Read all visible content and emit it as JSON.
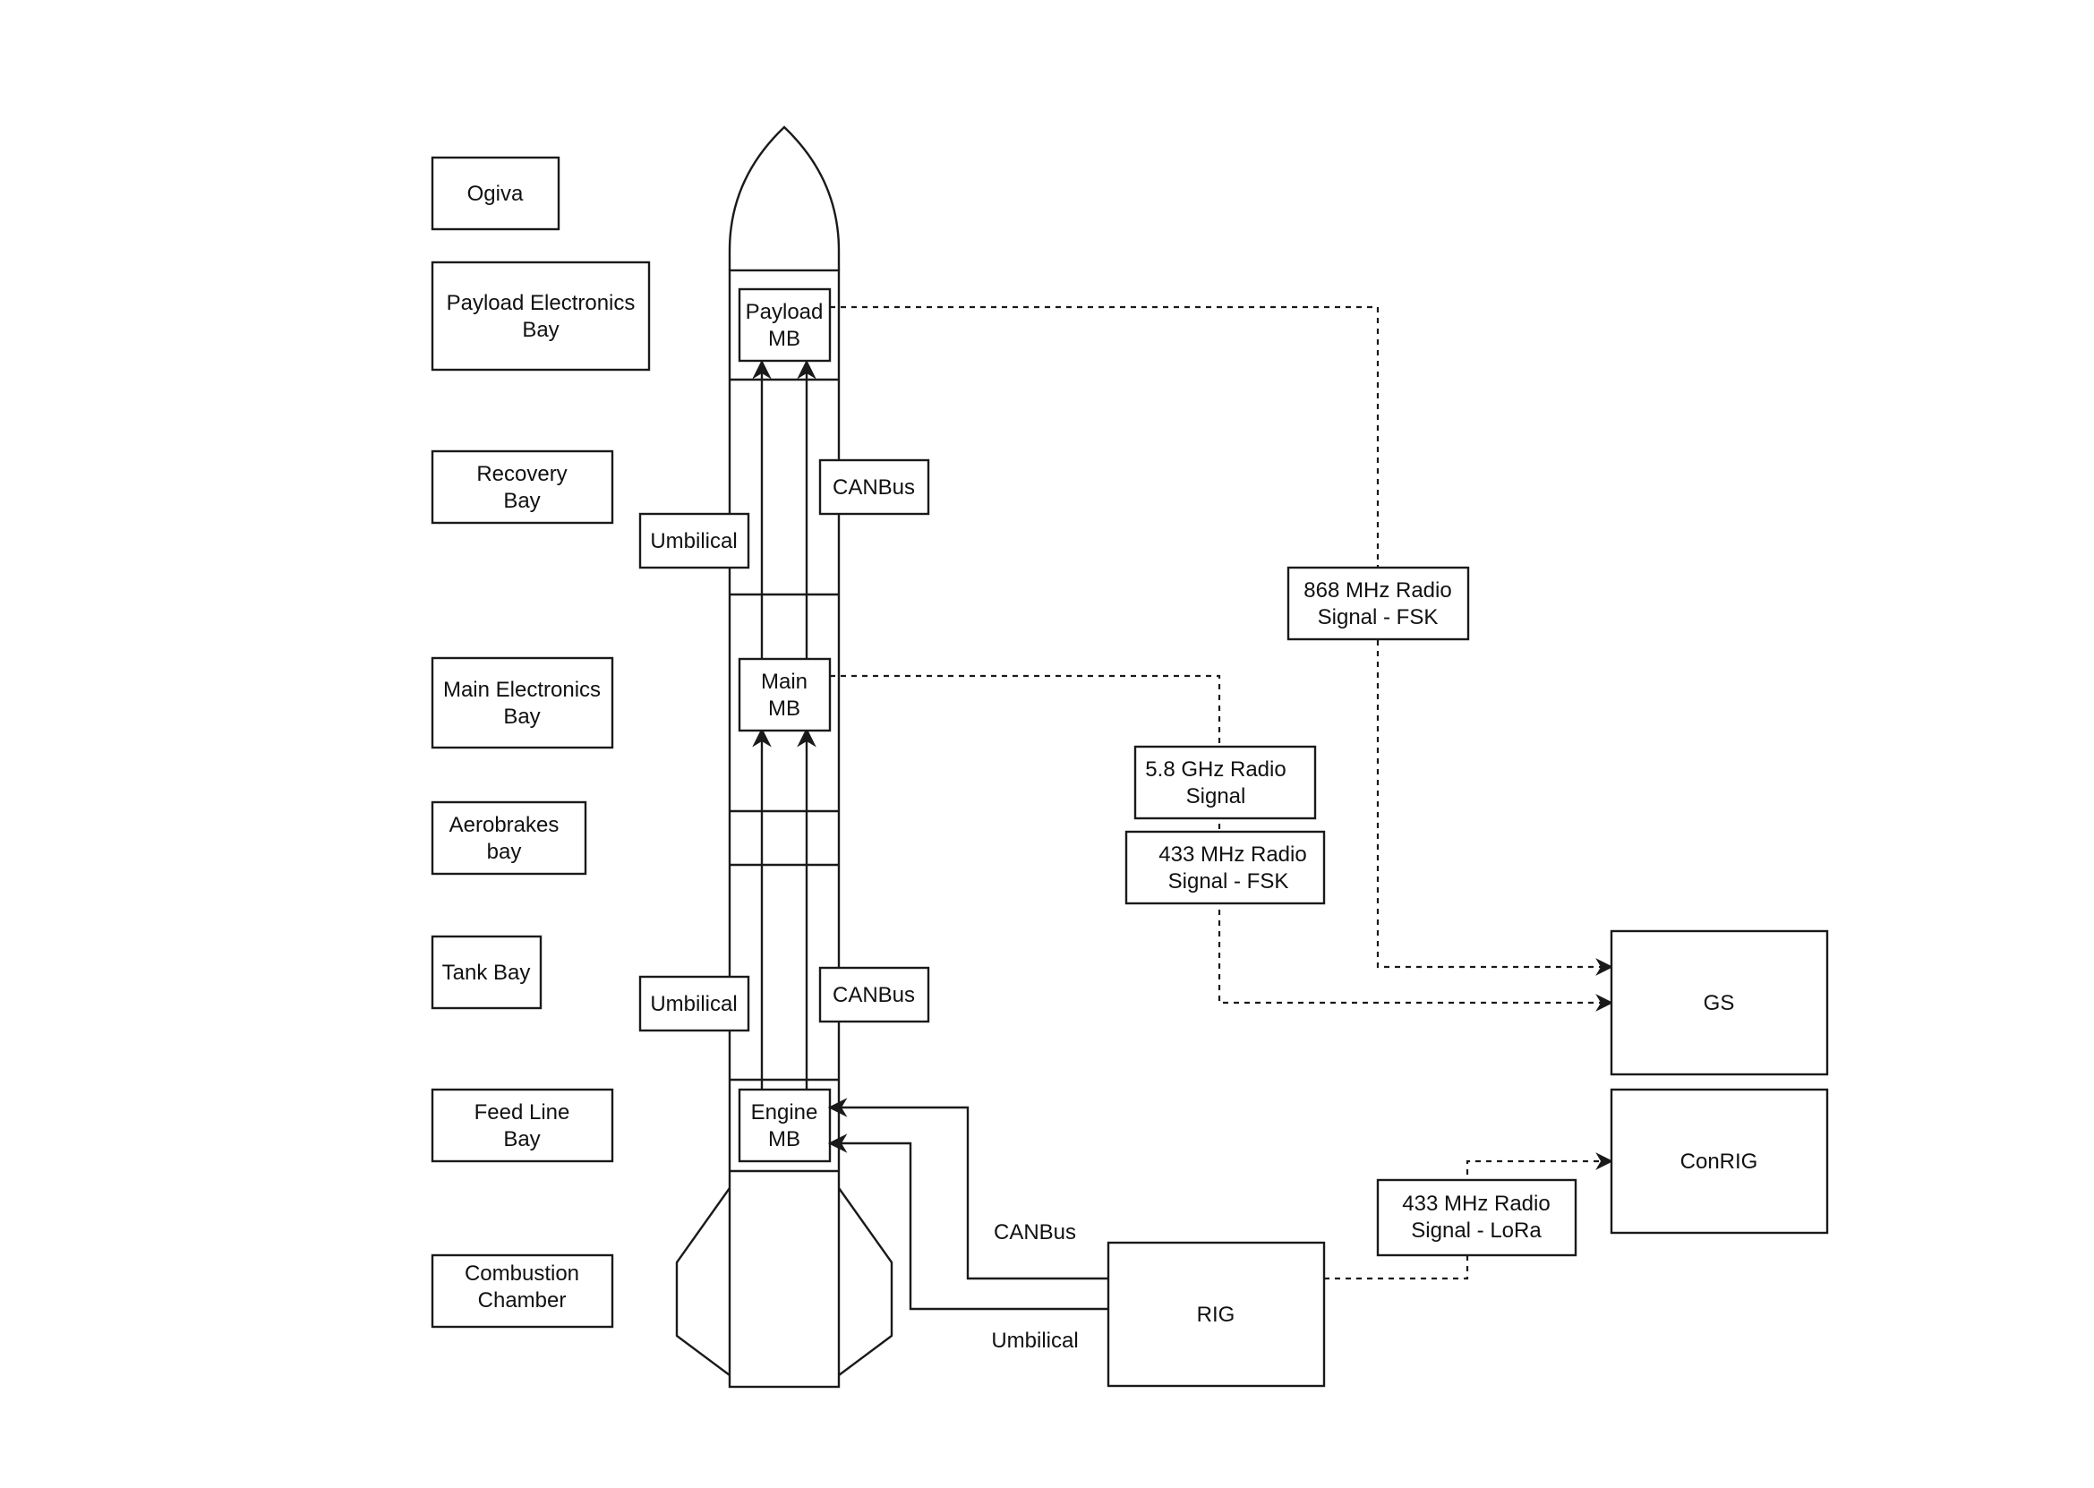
{
  "labels": {
    "ogiva": "Ogiva",
    "payload_bay": [
      "Payload Electronics",
      "Bay"
    ],
    "recovery_bay": [
      "Recovery",
      "Bay"
    ],
    "main_bay": [
      "Main Electronics",
      "Bay"
    ],
    "aerobrakes_bay": [
      "Aerobrakes",
      "bay"
    ],
    "tank_bay": "Tank Bay",
    "feedline_bay": [
      "Feed Line",
      "Bay"
    ],
    "combustion_chamber": [
      "Combustion",
      "Chamber"
    ]
  },
  "boards": {
    "payload_mb": [
      "Payload",
      "MB"
    ],
    "main_mb": [
      "Main",
      "MB"
    ],
    "engine_mb": [
      "Engine",
      "MB"
    ]
  },
  "bus_labels": {
    "umbilical_upper": "Umbilical",
    "canbus_upper": "CANBus",
    "umbilical_lower": "Umbilical",
    "canbus_lower": "CANBus",
    "canbus_rig": "CANBus",
    "umbilical_rig": "Umbilical"
  },
  "radio_labels": {
    "radio_868": [
      "868 MHz Radio",
      "Signal - FSK"
    ],
    "radio_58": [
      "5.8 GHz Radio",
      "Signal"
    ],
    "radio_433_fsk": [
      "433 MHz Radio",
      "Signal - FSK"
    ],
    "radio_433_lora": [
      "433 MHz Radio",
      "Signal - LoRa"
    ]
  },
  "stations": {
    "gs": "GS",
    "conrig": "ConRIG",
    "rig": "RIG"
  }
}
